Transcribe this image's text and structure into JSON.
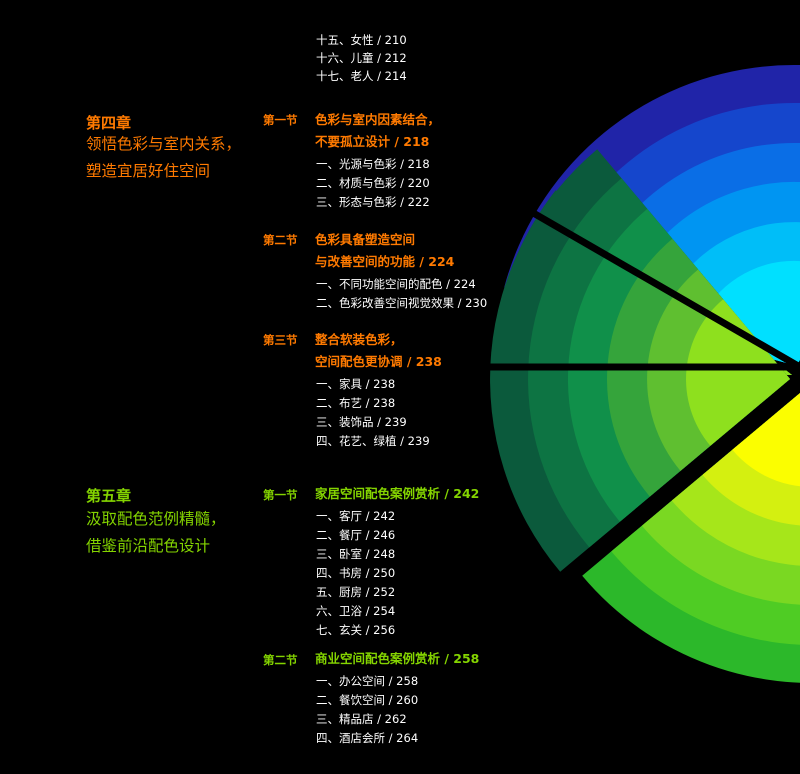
{
  "top_items": [
    "十五、女性 / 210",
    "十六、儿童 / 212",
    "十七、老人 / 214"
  ],
  "chapters": [
    {
      "label": "第四章",
      "title_lines": [
        "领悟色彩与室内关系，",
        "塑造宜居好住空间"
      ],
      "color": "#ff7a00",
      "sections": [
        {
          "label": "第一节",
          "title_lines": [
            "色彩与室内因素结合，",
            "不要孤立设计 / 218"
          ],
          "items": [
            "一、光源与色彩 / 218",
            "二、材质与色彩 / 220",
            "三、形态与色彩 / 222"
          ]
        },
        {
          "label": "第二节",
          "title_lines": [
            "色彩具备塑造空间",
            "与改善空间的功能 / 224"
          ],
          "items": [
            "一、不同功能空间的配色 / 224",
            "二、色彩改善空间视觉效果 / 230"
          ]
        },
        {
          "label": "第三节",
          "title_lines": [
            "整合软装色彩，",
            "空间配色更协调 / 238"
          ],
          "items": [
            "一、家具 / 238",
            "二、布艺 / 238",
            "三、装饰品 / 239",
            "四、花艺、绿植 / 239"
          ]
        }
      ]
    },
    {
      "label": "第五章",
      "title_lines": [
        "汲取配色范例精髓，",
        "借鉴前沿配色设计"
      ],
      "color": "#84d400",
      "sections": [
        {
          "label": "第一节",
          "title_lines": [
            "家居空间配色案例赏析 / 242"
          ],
          "items": [
            "一、客厅 / 242",
            "二、餐厅 / 246",
            "三、卧室 / 248",
            "四、书房 / 250",
            "五、厨房 / 252",
            "六、卫浴 / 254",
            "七、玄关 / 256"
          ]
        },
        {
          "label": "第二节",
          "title_lines": [
            "商业空间配色案例赏析 / 258"
          ],
          "items": [
            "一、办公空间 / 258",
            "二、餐饮空间 / 260",
            "三、精品店 / 262",
            "四、酒店会所 / 264"
          ]
        }
      ]
    }
  ],
  "wheel_colors": {
    "purple": [
      "#2d0a6e",
      "#5a20b0",
      "#8a52cc",
      "#ad8be0",
      "#cfc2f0",
      "#ede8fb"
    ],
    "blue": [
      "#2024a8",
      "#1546cc",
      "#0a6ee6",
      "#0095f2",
      "#00bef8",
      "#00e0ff"
    ],
    "dark_green": [
      "#0b5a3c",
      "#0d7443",
      "#10904a",
      "#35a43b",
      "#5fbf30",
      "#8ee01e"
    ],
    "yellow_green": [
      "#2cb82a",
      "#4fcc24",
      "#7ad822",
      "#a6e61a",
      "#d4f010",
      "#fbfe00"
    ]
  }
}
